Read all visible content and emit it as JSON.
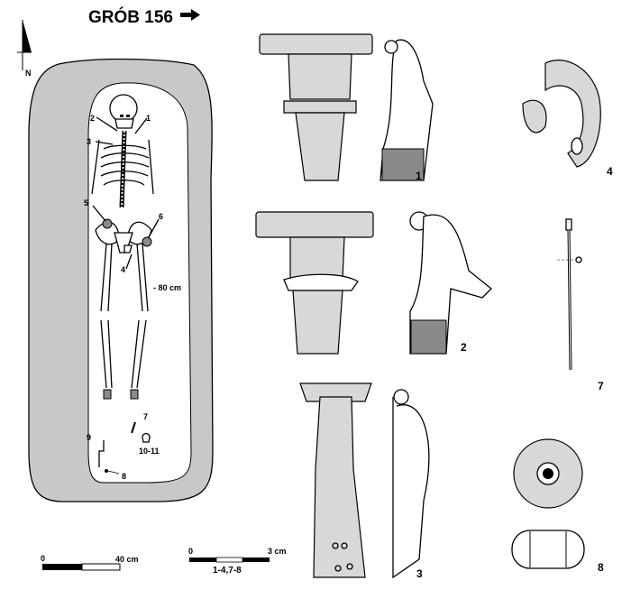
{
  "title": "GRÓB 156",
  "north_label": "N",
  "grave": {
    "depth_label": "- 80 cm",
    "find_labels": [
      "1",
      "2",
      "3",
      "4",
      "5",
      "6",
      "7",
      "8",
      "9",
      "10-11"
    ]
  },
  "artifacts": {
    "labels": [
      "1",
      "2",
      "3",
      "4",
      "7",
      "8"
    ]
  },
  "scale_grave": {
    "start": "0",
    "end": "40 cm"
  },
  "scale_finds": {
    "start": "0",
    "end": "3 cm",
    "caption": "1-4,7-8"
  }
}
